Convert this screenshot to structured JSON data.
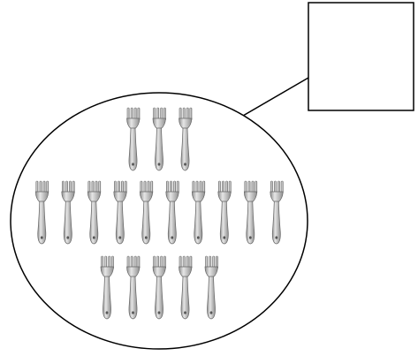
{
  "diagram": {
    "answer_box": {
      "value": ""
    },
    "groups": [
      {
        "name": "top-row",
        "count": 3
      },
      {
        "name": "middle-row",
        "count": 10
      },
      {
        "name": "bottom-row",
        "count": 5
      }
    ],
    "icon": "fork-icon",
    "colors": {
      "stroke": "#000000",
      "fork_fill": "#b8b8b8",
      "fork_shade": "#8f8f8f",
      "fork_highlight": "#e6e6e6"
    }
  }
}
